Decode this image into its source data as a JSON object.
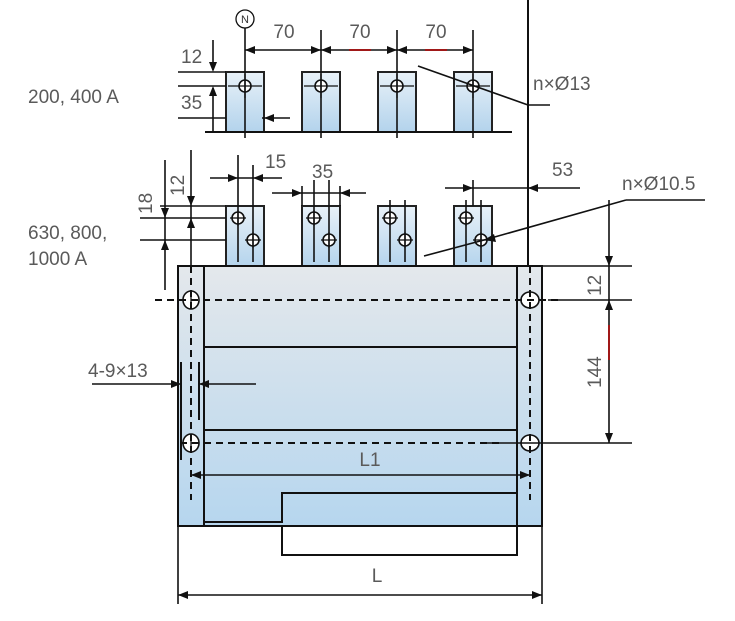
{
  "labels": {
    "neutral_marker": "N",
    "pitch_1": "70",
    "pitch_2": "70",
    "pitch_3": "70",
    "hole_spec_top": "n×Ø13",
    "offset_12_top": "12",
    "offset_35_top": "35",
    "rating_low": "200, 400 A",
    "width_15": "15",
    "spacing_35": "35",
    "dim_53": "53",
    "hole_spec_bottom": "n×Ø10.5",
    "dim_18": "18",
    "dim_12_left": "12",
    "rating_high_line1": "630, 800,",
    "rating_high_line2": "1000 A",
    "dim_12_right": "12",
    "dim_144": "144",
    "mount_holes": "4-9×13",
    "dim_L1": "L1",
    "dim_L": "L"
  },
  "colors": {
    "bar_fill_top": "#e8f1f8",
    "bar_fill_bottom": "#b3d3ec",
    "body_fill_top": "#e4e8ec",
    "body_fill_bottom": "#b6d6ee",
    "accent_red": "#a01818"
  }
}
